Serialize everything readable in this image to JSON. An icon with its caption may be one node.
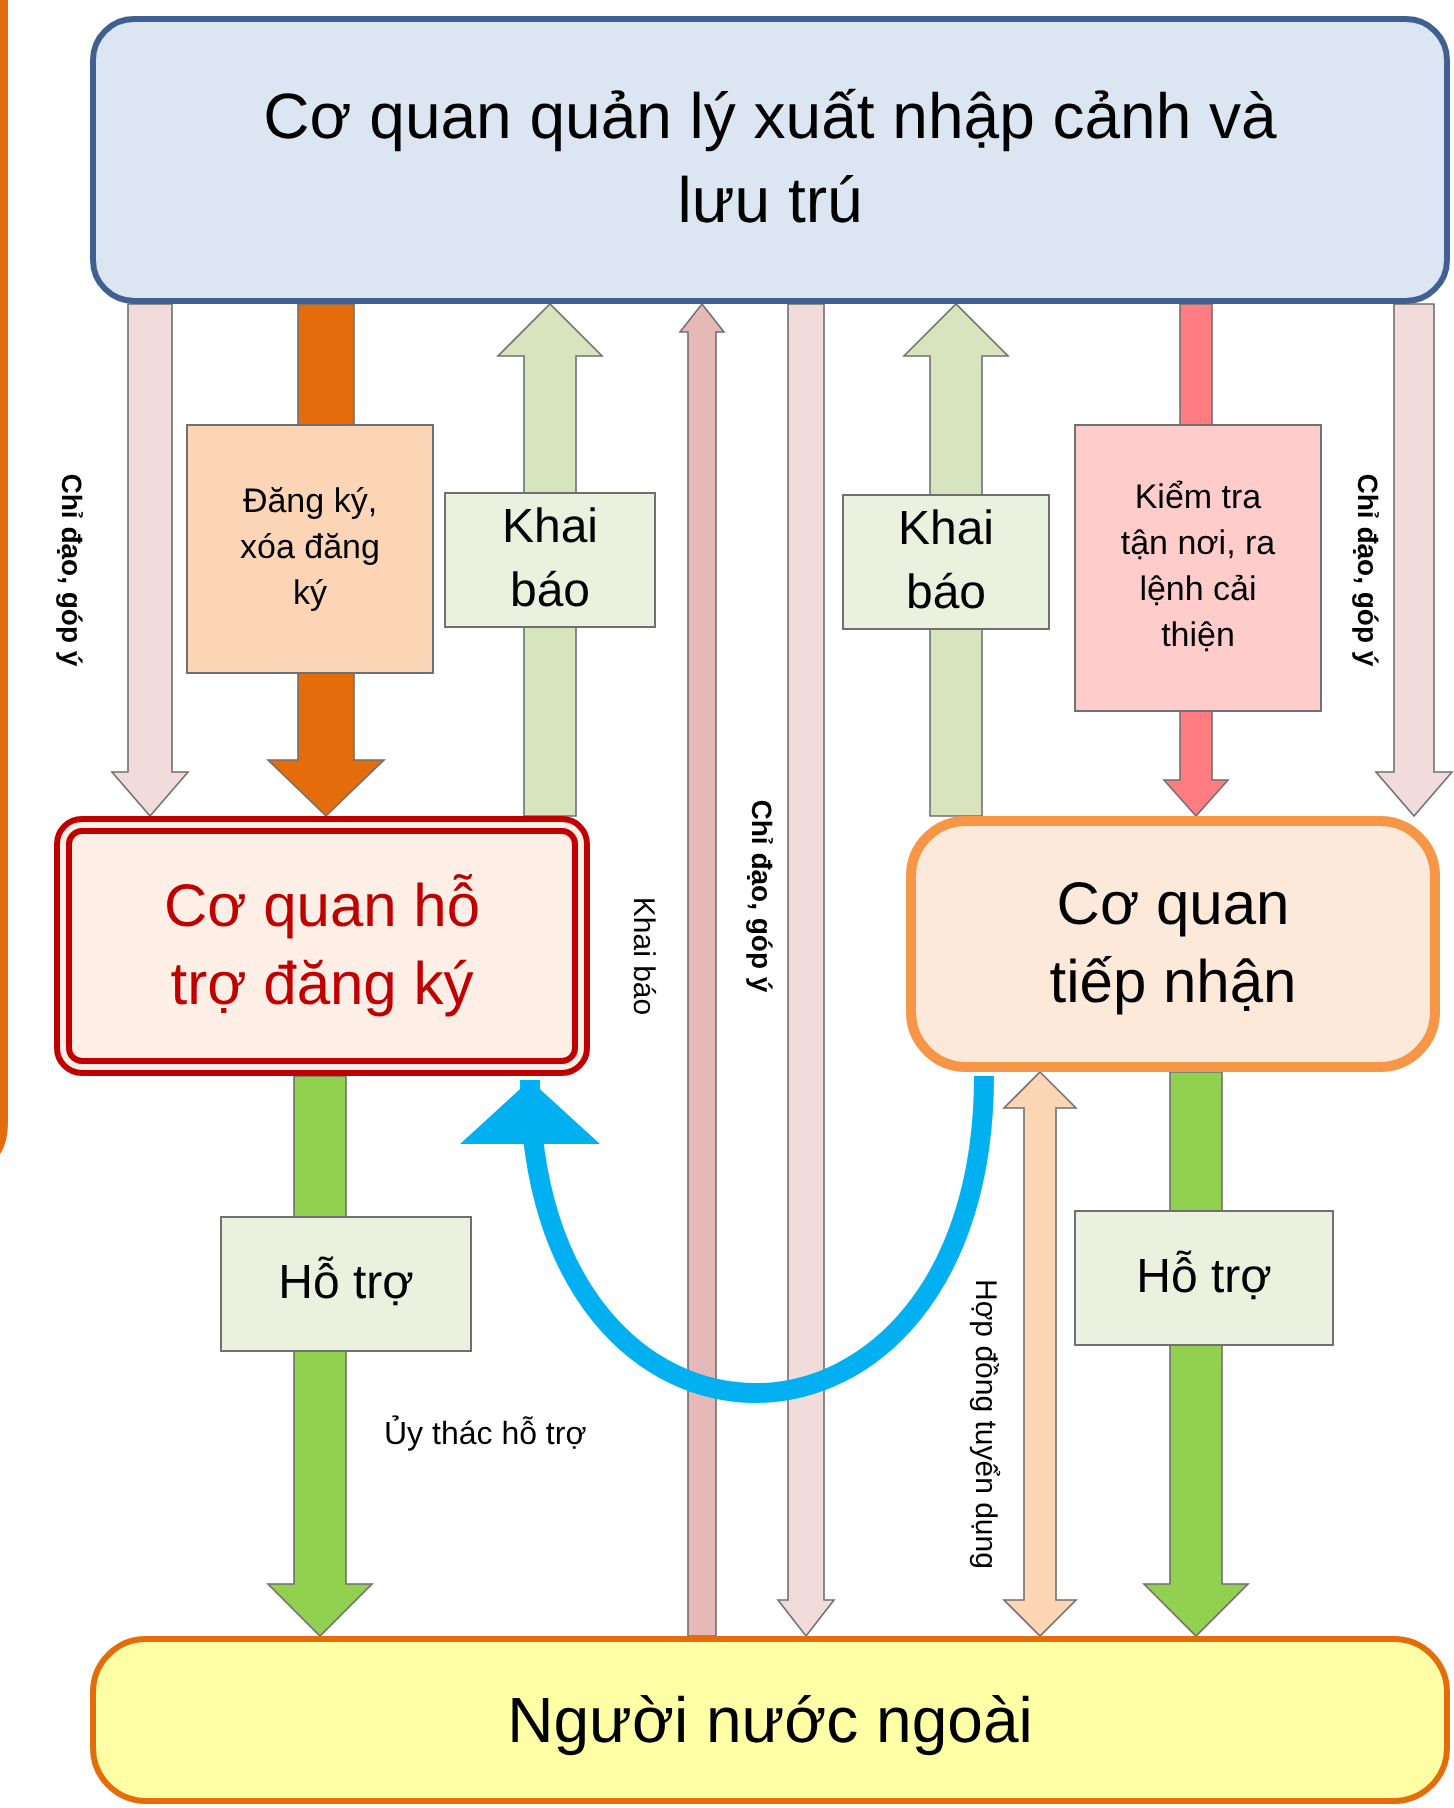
{
  "diagram": {
    "nodes": [
      {
        "text": [
          "Cơ quan quản lý xuất nhập cảnh và lưu trú"
        ]
      },
      {
        "text": [
          "Cơ quan hỗ trợ đăng ký"
        ]
      },
      {
        "text": [
          "Cơ quan tiếp nhận"
        ]
      },
      {
        "text": [
          "Người nước ngoài"
        ]
      }
    ],
    "edges": [
      {
        "from": 0,
        "to": 1,
        "arrow": "to",
        "label": "Chỉ đạo, góp ý",
        "color": "#f2dcdb"
      },
      {
        "from": 0,
        "to": 1,
        "arrow": "to",
        "label": "Đăng ký, xóa đăng ký",
        "color": "#e46c0a"
      },
      {
        "from": 1,
        "to": 0,
        "arrow": "to",
        "label": "Khai báo",
        "color": "#d7e4bd"
      },
      {
        "from": 3,
        "to": 0,
        "arrow": "to",
        "label": "Khai báo",
        "color": "#e6b9b8"
      },
      {
        "from": 0,
        "to": 3,
        "arrow": "to",
        "label": "Chỉ đạo, góp ý",
        "color": "#f2dcdb"
      },
      {
        "from": 2,
        "to": 0,
        "arrow": "to",
        "label": "Khai báo",
        "color": "#d7e4bd"
      },
      {
        "from": 0,
        "to": 2,
        "arrow": "to",
        "label": "Kiểm tra tận nơi, ra lệnh cải thiện",
        "color": "#ff7c80"
      },
      {
        "from": 0,
        "to": 2,
        "arrow": "to",
        "label": "Chỉ đạo, góp ý",
        "color": "#f2dcdb"
      },
      {
        "from": 1,
        "to": 3,
        "arrow": "to",
        "label": "Hỗ trợ",
        "color": "#92d050"
      },
      {
        "from": 2,
        "to": 1,
        "arrow": "to",
        "label": "Ủy thác hỗ trợ",
        "color": "#00b0f0"
      },
      {
        "from": 2,
        "to": 3,
        "arrow": "both",
        "label": "Hợp đồng tuyển dụng",
        "color": "#fcd5b5"
      },
      {
        "from": 2,
        "to": 3,
        "arrow": "to",
        "label": "Hỗ trợ",
        "color": "#92d050"
      }
    ]
  }
}
